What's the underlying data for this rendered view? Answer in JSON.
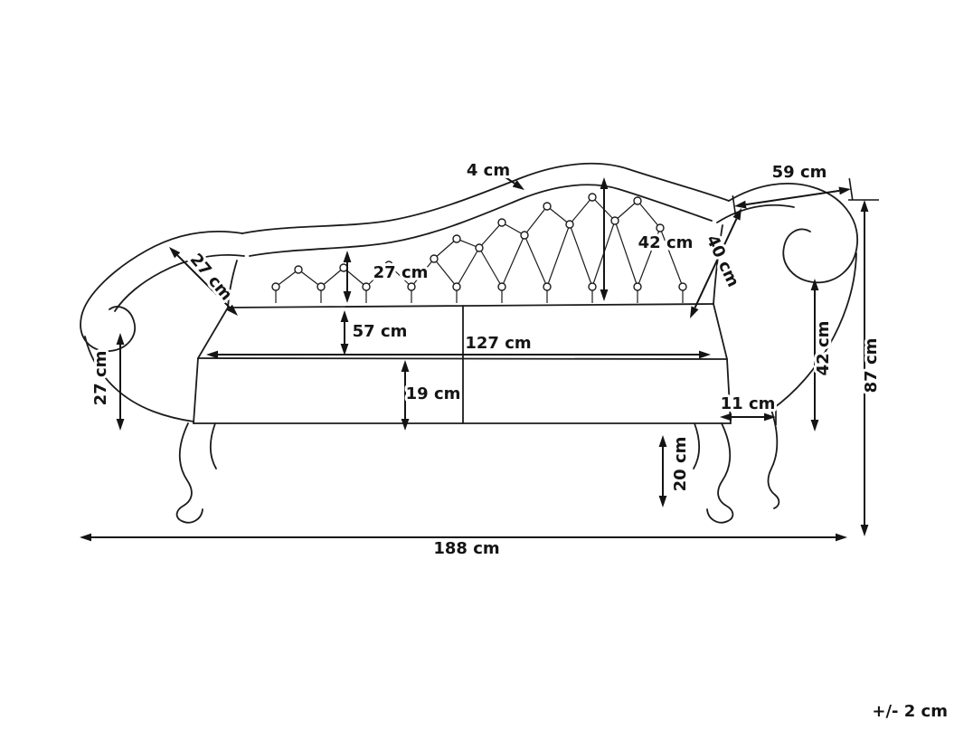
{
  "diagram": {
    "subject": "chaise-longue-dimension-drawing",
    "tolerance_note": "+/- 2 cm",
    "line_color": "#1b1b1b",
    "background_color": "#ffffff",
    "dimensions": {
      "back_rail_thickness": "4 cm",
      "arm_top_depth": "59 cm",
      "backrest_height": "42 cm",
      "right_arm_panel_width": "40 cm",
      "left_arm_panel_width": "27 cm",
      "tufting_height": "27 cm",
      "seat_depth": "57 cm",
      "seat_width": "127 cm",
      "left_arm_height": "27 cm",
      "frame_height": "19 cm",
      "right_arm_height": "42 cm",
      "leg_offset": "11 cm",
      "leg_height": "20 cm",
      "overall_height": "87 cm",
      "overall_length": "188 cm"
    }
  }
}
